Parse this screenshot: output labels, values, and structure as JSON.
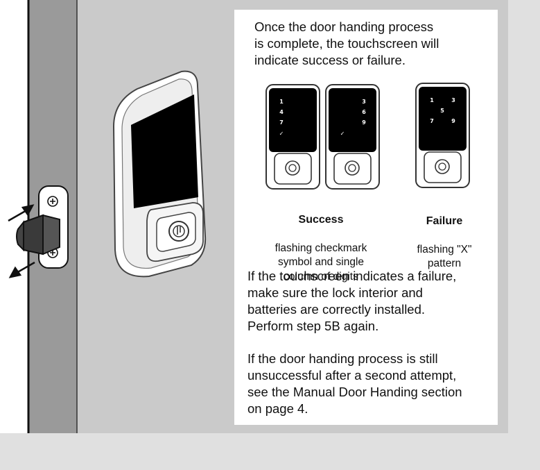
{
  "intro": "Once the door handing process\nis complete, the touchscreen will\nindicate success or failure.",
  "success": {
    "title": "Success",
    "description": "flashing checkmark\nsymbol and single\ncolumn of digits",
    "left_keypad": [
      "1",
      "4",
      "7",
      "✓"
    ],
    "right_keypad": [
      "3",
      "6",
      "9",
      "✓"
    ]
  },
  "failure": {
    "title": "Failure",
    "description": "flashing \"X\"\npattern",
    "keypad": [
      "1",
      "3",
      "5",
      "7",
      "9"
    ]
  },
  "failure_instructions": "If the touchscreen indicates a failure,\nmake sure the lock interior and\nbatteries are correctly installed.\nPerform step 5B again.",
  "manual_instructions": "If the door handing process is still\nunsuccessful after a second attempt,\nsee the Manual Door Handing section\non page 4.",
  "colors": {
    "panel_gray": "#cacaca",
    "door_edge": "#9a9a9a",
    "screen": "#000000"
  }
}
